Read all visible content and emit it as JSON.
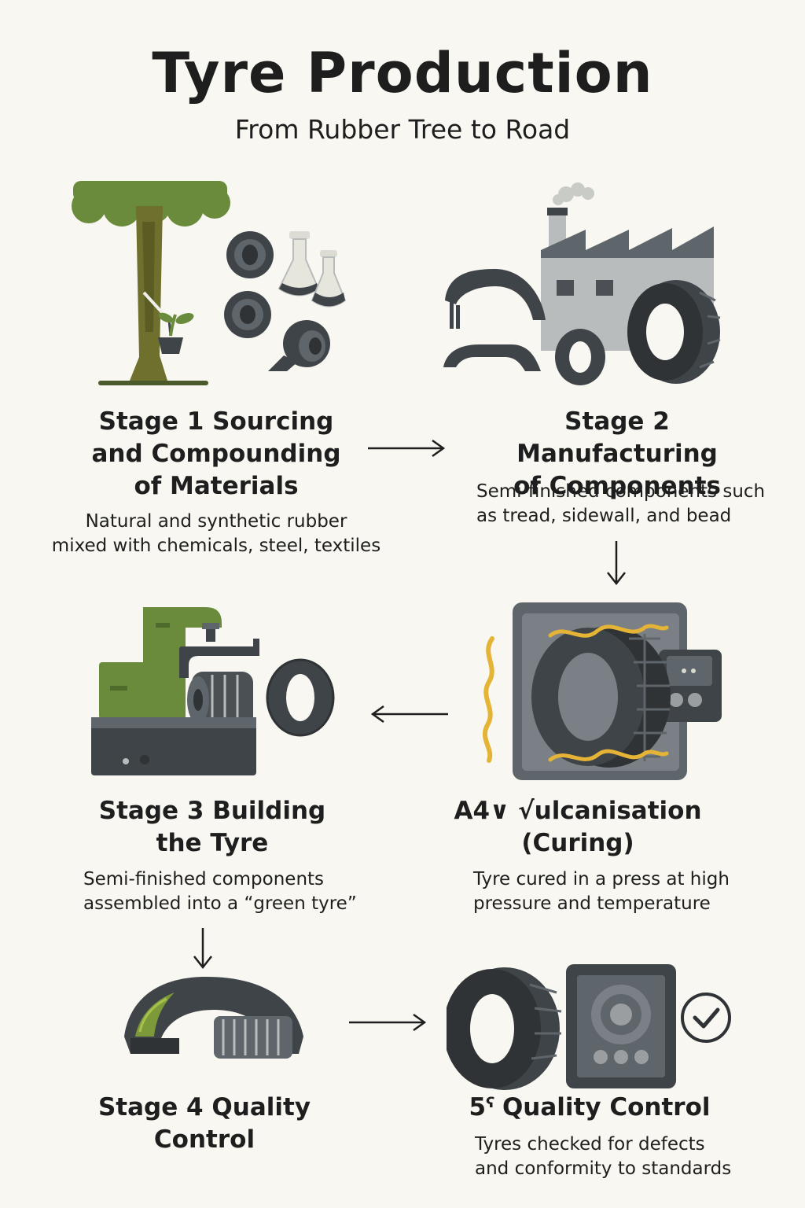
{
  "title": "Tyre Production",
  "subtitle": "From Rubber Tree to Road",
  "stages": [
    {
      "id": "stage-1",
      "title": "Stage 1  Sourcing\nand Compounding\nof Materials",
      "description": "Natural and synthetic rubber\nmixed with chemicals, steel, textiles",
      "icon": "rubber-tree-materials-icon"
    },
    {
      "id": "stage-2",
      "title": "Stage 2  Manufacturing\nof Components",
      "description": "Semi-finished components such\nas tread, sidewall, and bead",
      "icon": "factory-components-icon"
    },
    {
      "id": "stage-3",
      "title": "Stage 3  Building\nthe Tyre",
      "description": "Semi-finished components\nassembled into a “green tyre”",
      "icon": "tyre-building-machine-icon"
    },
    {
      "id": "stage-vulcanisation",
      "title": "A4∨  √ulcanisation\n(Curing)",
      "description": "Tyre cured in a press at high\npressure and temperature",
      "icon": "curing-press-icon"
    },
    {
      "id": "stage-4",
      "title": "Stage 4  Quality\nControl",
      "description": "",
      "icon": "green-tyre-icon"
    },
    {
      "id": "stage-5",
      "title": "5ˤ  Quality Control",
      "description": "Tyres checked for defects\nand conformity to standards",
      "icon": "inspection-machine-icon"
    }
  ],
  "colors": {
    "background": "#f8f7f1",
    "dark_gray": "#3f4448",
    "mid_gray": "#5f666b",
    "light_gray": "#b9bcbc",
    "green": "#6a8a3c",
    "trunk": "#6f6f2e",
    "heat": "#e5b437",
    "text": "#1e1e1e"
  }
}
